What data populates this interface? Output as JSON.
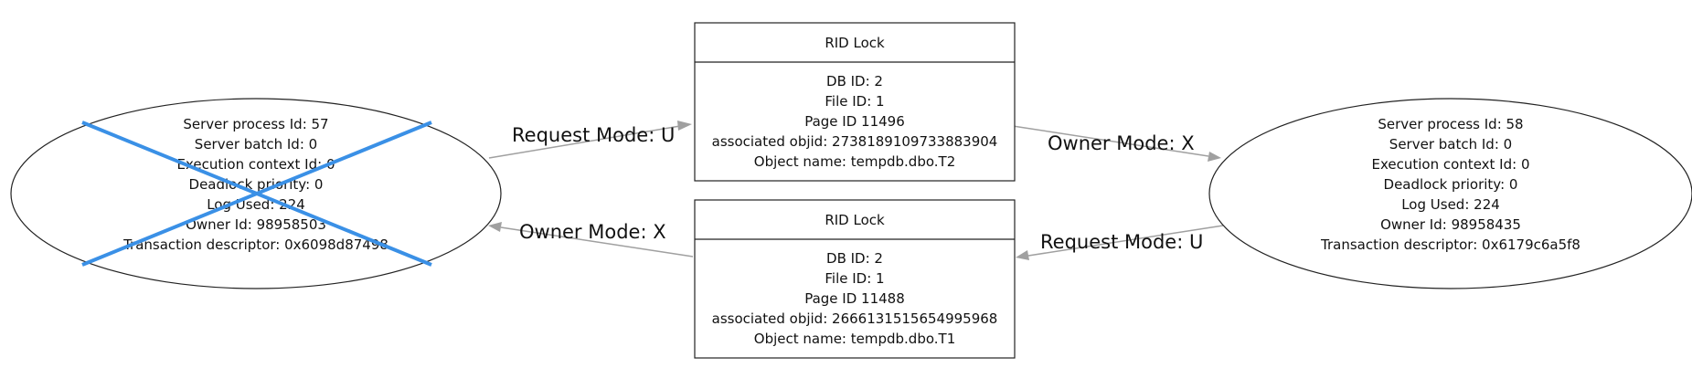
{
  "processes": [
    {
      "id": "victim-process",
      "is_victim": true,
      "lines": [
        "Server process Id: 57",
        "Server batch Id: 0",
        "Execution context Id: 0",
        "Deadlock priority: 0",
        "Log Used: 224",
        "Owner Id: 98958503",
        "Transaction descriptor: 0x6098d87498"
      ]
    },
    {
      "id": "survivor-process",
      "is_victim": false,
      "lines": [
        "Server process Id: 58",
        "Server batch Id: 0",
        "Execution context Id: 0",
        "Deadlock priority: 0",
        "Log Used: 224",
        "Owner Id: 98958435",
        "Transaction descriptor: 0x6179c6a5f8"
      ]
    }
  ],
  "resources": [
    {
      "id": "rid-lock-t2",
      "title": "RID Lock",
      "lines": [
        "DB ID: 2",
        "File ID: 1",
        "Page ID 11496",
        "associated objid: 2738189109733883904",
        "Object name: tempdb.dbo.T2"
      ]
    },
    {
      "id": "rid-lock-t1",
      "title": "RID Lock",
      "lines": [
        "DB ID: 2",
        "File ID: 1",
        "Page ID 11488",
        "associated objid: 2666131515654995968",
        "Object name: tempdb.dbo.T1"
      ]
    }
  ],
  "edges": [
    {
      "id": "request-u-victim-to-t2",
      "from": "victim-process",
      "to": "rid-lock-t2",
      "label": "Request Mode: U"
    },
    {
      "id": "owner-x-t2-to-survivor",
      "from": "rid-lock-t2",
      "to": "survivor-process",
      "label": "Owner Mode: X"
    },
    {
      "id": "request-u-survivor-to-t1",
      "from": "survivor-process",
      "to": "rid-lock-t1",
      "label": "Request Mode: U"
    },
    {
      "id": "owner-x-t1-to-victim",
      "from": "rid-lock-t1",
      "to": "victim-process",
      "label": "Owner Mode: X"
    }
  ],
  "colors": {
    "victim_cross": "#3a90e6",
    "edge": "#a0a0a0",
    "outline": "#222222"
  }
}
